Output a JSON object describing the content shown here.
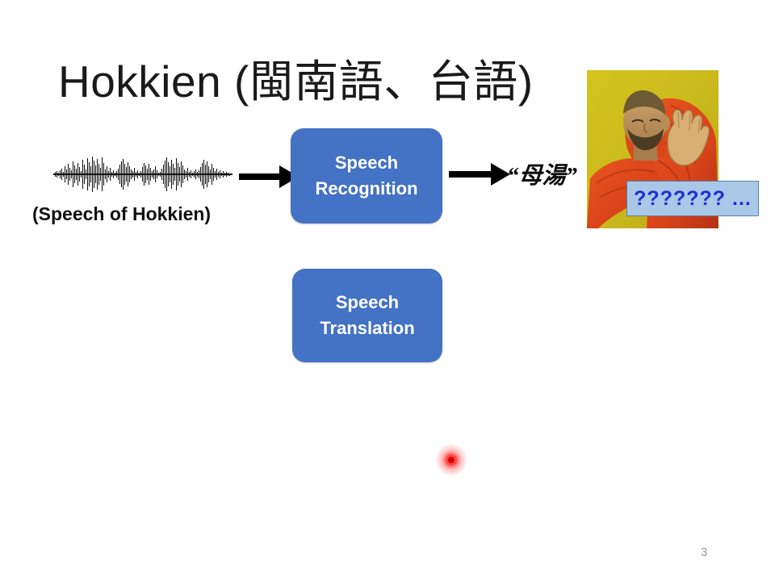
{
  "slide": {
    "title": "Hokkien (閩南語、台語)",
    "page_number": "3",
    "background_color": "#ffffff"
  },
  "input": {
    "waveform_icon": "audio-waveform",
    "caption": "(Speech of Hokkien)"
  },
  "arrows": {
    "first_label": "arrow-right",
    "second_label": "arrow-right"
  },
  "process_boxes": [
    {
      "line1": "Speech",
      "line2": "Recognition",
      "color": "#4472C4"
    },
    {
      "line1": "Speech",
      "line2": "Translation",
      "color": "#4472C4"
    }
  ],
  "output": {
    "recognized_text": "“母湯”"
  },
  "reaction": {
    "image_description": "drake-disapproval-meme",
    "callout_text": "??????? ...",
    "callout_bg": "#A9C8E8",
    "callout_text_color": "#1F2FD0"
  },
  "pointer": {
    "type": "laser-pointer-dot",
    "color": "#ff0000"
  }
}
